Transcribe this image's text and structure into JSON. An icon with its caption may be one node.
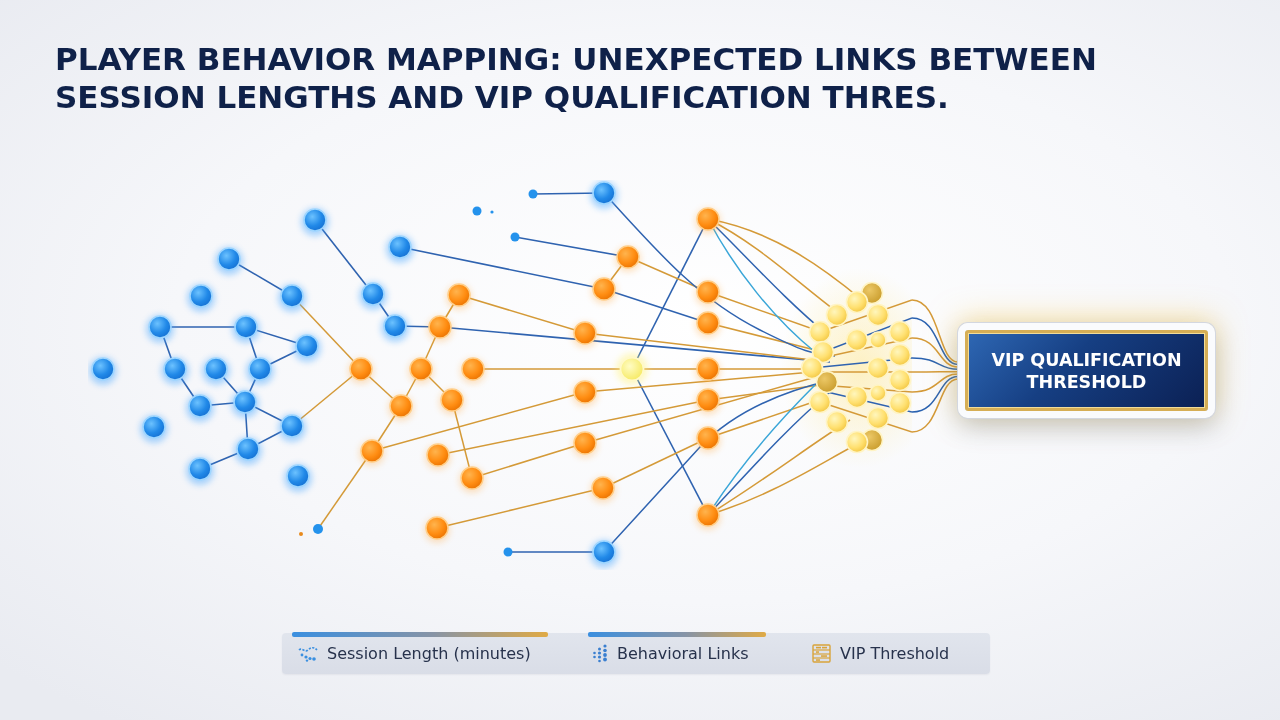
{
  "diagram": {
    "title": "PLAYER BEHAVIOR MAPPING: UNEXPECTED LINKS BETWEEN SESSION LENGTHS AND VIP QUALIFICATION THRES.",
    "nodes": [
      {
        "text": [],
        "shape": "picture"
      },
      {
        "text": [
          "VIP QUALIFICATION THRESHOLD"
        ]
      }
    ],
    "edges": [
      {
        "from": 0,
        "to": 1,
        "arrow": "none"
      },
      {
        "from": 0,
        "to": 1,
        "arrow": "none",
        "color": "#2a62b0"
      },
      {
        "from": 0,
        "to": 1,
        "arrow": "none"
      },
      {
        "from": 0,
        "to": 1,
        "arrow": "none",
        "color": "#2a62b0"
      },
      {
        "from": 0,
        "to": 1,
        "arrow": "none"
      },
      {
        "from": 0,
        "to": 1,
        "arrow": "none"
      },
      {
        "from": 0,
        "to": 1,
        "arrow": "none",
        "color": "#2a62b0"
      },
      {
        "from": 0,
        "to": 1,
        "arrow": "none"
      }
    ],
    "legend": [
      {
        "text": "Session Length (minutes)"
      },
      {
        "text": "Behavioral Links"
      },
      {
        "text": "VIP Threshold"
      }
    ]
  }
}
